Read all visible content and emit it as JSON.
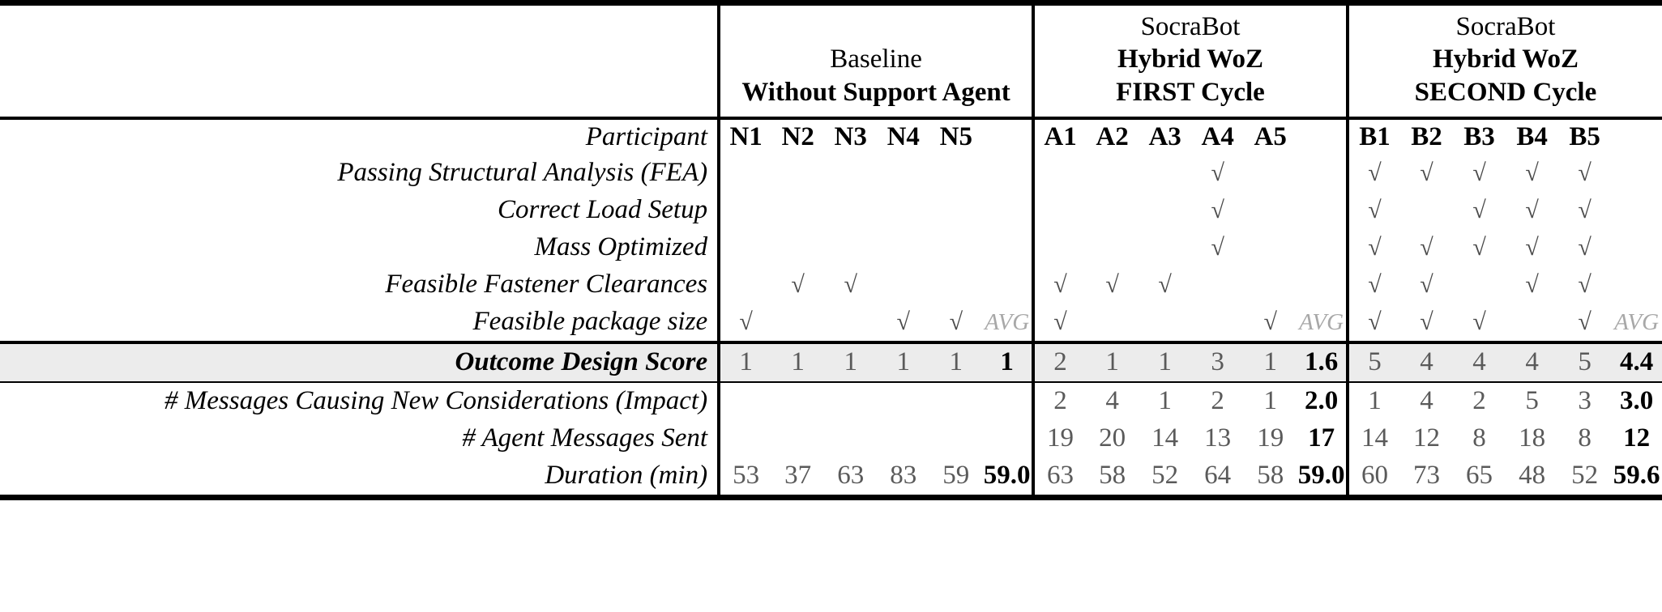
{
  "table": {
    "column_groups": [
      {
        "id": "baseline",
        "line1": "Baseline",
        "line2": "Without Support Agent",
        "line3": ""
      },
      {
        "id": "first",
        "line1": "SocraBot",
        "line2": "Hybrid WoZ",
        "line3": "FIRST Cycle"
      },
      {
        "id": "second",
        "line1": "SocraBot",
        "line2": "Hybrid WoZ",
        "line3": "SECOND Cycle"
      }
    ],
    "participant_label": "Participant",
    "participants": {
      "baseline": [
        "N1",
        "N2",
        "N3",
        "N4",
        "N5"
      ],
      "first": [
        "A1",
        "A2",
        "A3",
        "A4",
        "A5"
      ],
      "second": [
        "B1",
        "B2",
        "B3",
        "B4",
        "B5"
      ]
    },
    "avg_label": "AVG",
    "check_glyph": "√",
    "rows": [
      {
        "label": "Passing Structural Analysis (FEA)",
        "type": "check",
        "baseline": [
          "",
          "",
          "",
          "",
          ""
        ],
        "first": [
          "",
          "",
          "",
          "√",
          ""
        ],
        "second": [
          "√",
          "√",
          "√",
          "√",
          "√"
        ],
        "avg_baseline": "",
        "avg_first": "",
        "avg_second": ""
      },
      {
        "label": "Correct Load Setup",
        "type": "check",
        "baseline": [
          "",
          "",
          "",
          "",
          ""
        ],
        "first": [
          "",
          "",
          "",
          "√",
          ""
        ],
        "second": [
          "√",
          "",
          "√",
          "√",
          "√"
        ],
        "avg_baseline": "",
        "avg_first": "",
        "avg_second": ""
      },
      {
        "label": "Mass Optimized",
        "type": "check",
        "baseline": [
          "",
          "",
          "",
          "",
          ""
        ],
        "first": [
          "",
          "",
          "",
          "√",
          ""
        ],
        "second": [
          "√",
          "√",
          "√",
          "√",
          "√"
        ],
        "avg_baseline": "",
        "avg_first": "",
        "avg_second": ""
      },
      {
        "label": "Feasible Fastener Clearances",
        "type": "check",
        "baseline": [
          "",
          "√",
          "√",
          "",
          ""
        ],
        "first": [
          "√",
          "√",
          "√",
          "",
          ""
        ],
        "second": [
          "√",
          "√",
          "",
          "√",
          "√"
        ],
        "avg_baseline": "",
        "avg_first": "",
        "avg_second": ""
      },
      {
        "label": "Feasible package size",
        "type": "check-avglabel",
        "baseline": [
          "√",
          "",
          "",
          "√",
          "√"
        ],
        "first": [
          "√",
          "",
          "",
          "",
          "√"
        ],
        "second": [
          "√",
          "√",
          "√",
          "",
          "√"
        ],
        "avg_baseline": "AVG",
        "avg_first": "AVG",
        "avg_second": "AVG"
      },
      {
        "label": "Outcome Design Score",
        "type": "score",
        "baseline": [
          "1",
          "1",
          "1",
          "1",
          "1"
        ],
        "first": [
          "2",
          "1",
          "1",
          "3",
          "1"
        ],
        "second": [
          "5",
          "4",
          "4",
          "4",
          "5"
        ],
        "avg_baseline": "1",
        "avg_first": "1.6",
        "avg_second": "4.4"
      },
      {
        "label": "# Messages Causing New Considerations (Impact)",
        "type": "num",
        "baseline": [
          "",
          "",
          "",
          "",
          ""
        ],
        "first": [
          "2",
          "4",
          "1",
          "2",
          "1"
        ],
        "second": [
          "1",
          "4",
          "2",
          "5",
          "3"
        ],
        "avg_baseline": "",
        "avg_first": "2.0",
        "avg_second": "3.0"
      },
      {
        "label": "# Agent Messages Sent",
        "type": "num",
        "baseline": [
          "",
          "",
          "",
          "",
          ""
        ],
        "first": [
          "19",
          "20",
          "14",
          "13",
          "19"
        ],
        "second": [
          "14",
          "12",
          "8",
          "18",
          "8"
        ],
        "avg_baseline": "",
        "avg_first": "17",
        "avg_second": "12"
      },
      {
        "label": "Duration (min)",
        "type": "num",
        "baseline": [
          "53",
          "37",
          "63",
          "83",
          "59"
        ],
        "first": [
          "63",
          "58",
          "52",
          "64",
          "58"
        ],
        "second": [
          "60",
          "73",
          "65",
          "48",
          "52"
        ],
        "avg_baseline": "59.0",
        "avg_first": "59.0",
        "avg_second": "59.6"
      }
    ],
    "colors": {
      "rule": "#000000",
      "check": "#4a4a4a",
      "number": "#5a5a5a",
      "avg_label": "#a8a8a8",
      "score_row_bg": "#ececec"
    }
  }
}
